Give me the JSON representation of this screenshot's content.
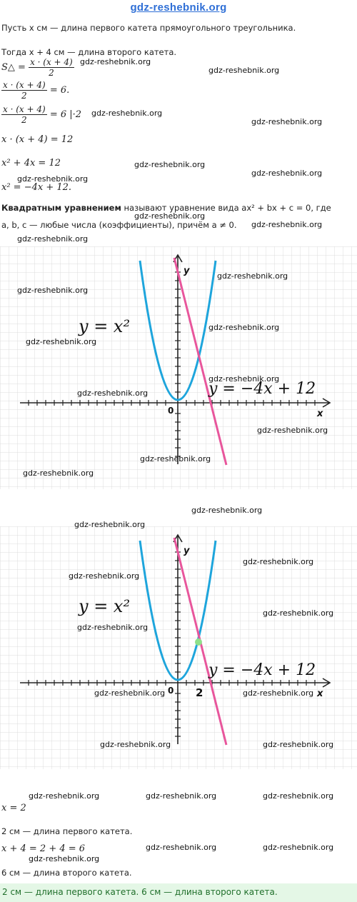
{
  "header": {
    "site": "gdz-reshebnik.org"
  },
  "text": {
    "line1": "Пусть x см — длина первого катета прямоугольного треугольника.",
    "line2": "Тогда x + 4 см — длина второго катета.",
    "area_lhs": "S△ =",
    "frac_num": "x · (x + 4)",
    "frac_den": "2",
    "eq1_rhs": "= 6.",
    "eq2_rhs": "= 6  |·2",
    "eq3": "x · (x + 4) = 12",
    "eq4": "x² + 4x = 12",
    "eq5": "x² = −4x + 12.",
    "def_bold": "Квадратным уравнением",
    "def_rest": "называют уравнение вида ax² + bx + c = 0, где",
    "def_line2": "a, b, c — любые числа (коэффициенты), причём a ≠ 0.",
    "x_eq": "x = 2",
    "first_leg": "2 см — длина первого катета.",
    "second_calc": "x + 4 = 2 + 4 = 6",
    "second_leg": "6 см — длина второго катета.",
    "answer": "2 см — длина первого катета. 6 см — длина второго катета."
  },
  "graph": {
    "label_parabola": "y = x²",
    "label_line": "y = −4x + 12",
    "axis_x": "x",
    "axis_y": "y",
    "origin": "0",
    "tick_two": "2",
    "parabola_color": "#1ea5dc",
    "line_color": "#e8569c",
    "point_color": "#8fe08a",
    "intersection": [
      2,
      4
    ]
  },
  "watermark": "gdz-reshebnik.org",
  "colors": {
    "answer_bg": "#e4f7e6",
    "answer_text": "#1f6f2a",
    "site_link": "#2f6fd6"
  }
}
